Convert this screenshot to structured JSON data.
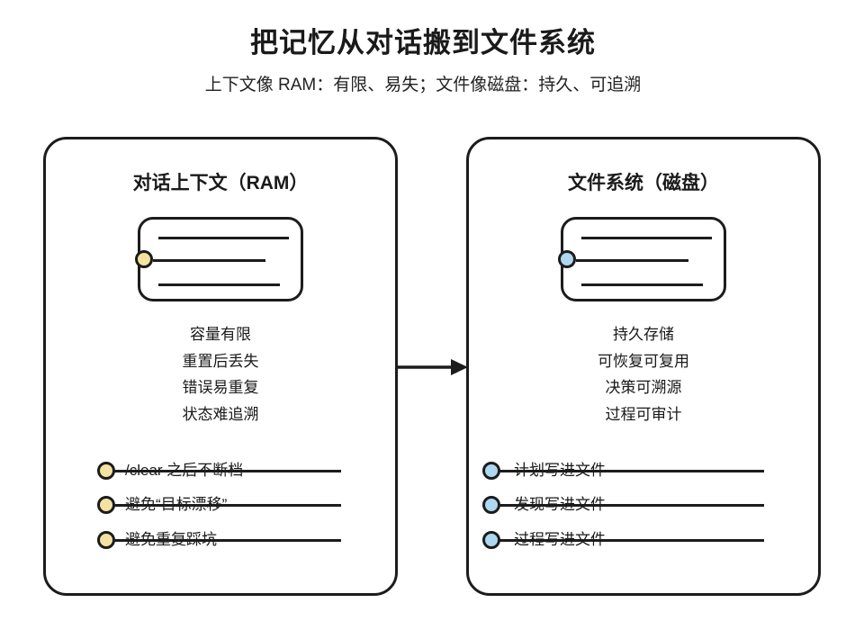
{
  "title": "把记忆从对话搬到文件系统",
  "subtitle": "上下文像 RAM：有限、易失；文件像磁盘：持久、可追溯",
  "colors": {
    "ink": "#1c1c1c",
    "background": "#ffffff",
    "ram_accent": "#f5e2a2",
    "disk_accent": "#aed7f0"
  },
  "arrow": {
    "direction": "left-to-right"
  },
  "left_panel": {
    "title": "对话上下文（RAM）",
    "card_icon": "note-card-with-dot-icon",
    "traits": [
      "容量有限",
      "重置后丢失",
      "错误易重复",
      "状态难追溯"
    ],
    "milestones": [
      "/clear 之后不断档",
      "避免“目标漂移”",
      "避免重复踩坑"
    ]
  },
  "right_panel": {
    "title": "文件系统（磁盘）",
    "card_icon": "note-card-with-dot-icon",
    "traits": [
      "持久存储",
      "可恢复可复用",
      "决策可溯源",
      "过程可审计"
    ],
    "milestones": [
      "计划写进文件",
      "发现写进文件",
      "过程写进文件"
    ]
  }
}
